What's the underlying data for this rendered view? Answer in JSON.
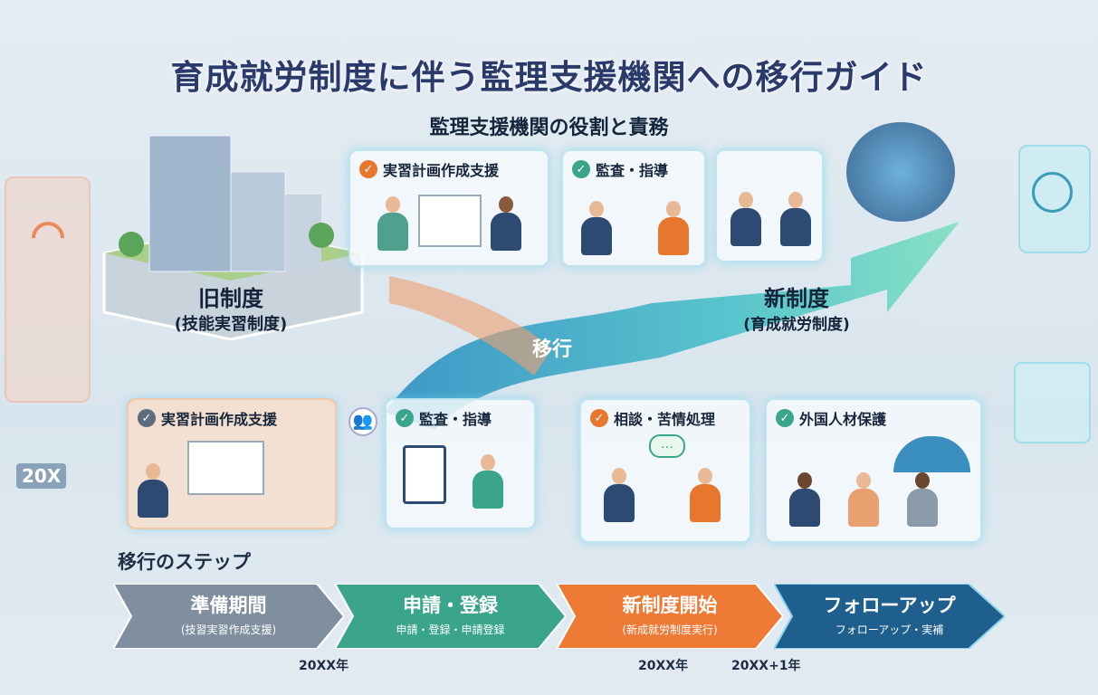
{
  "title": "育成就労制度に伴う監理支援機関への移行ガイド",
  "subtitle": "監理支援機関の役割と責務",
  "old_system": {
    "title": "旧制度",
    "subtitle": "(技能実習制度)"
  },
  "new_system": {
    "title": "新制度",
    "subtitle": "(育成就労制度)"
  },
  "transition_label": "移行",
  "top_cards": [
    {
      "label": "実習計画作成支援",
      "check_color": "#e8772e"
    },
    {
      "label": "監査・指導",
      "check_color": "#3aa58a"
    }
  ],
  "lower_cards": [
    {
      "label": "実習計画作成支援",
      "check_color": "#5b6d7e"
    },
    {
      "label": "監査・指導",
      "check_color": "#3aa58a"
    },
    {
      "label": "相談・苦情処理",
      "check_color": "#e8772e"
    },
    {
      "label": "外国人材保護",
      "check_color": "#3aa58a"
    }
  ],
  "side_panel_text": "20X",
  "steps_heading": "移行のステップ",
  "steps": [
    {
      "title": "準備期間",
      "subtitle": "(技習実習作成支援)",
      "color": "#7f8fa0"
    },
    {
      "title": "申請・登録",
      "subtitle": "申請・登録・申請登録",
      "color": "#3aa58a"
    },
    {
      "title": "新制度開始",
      "subtitle": "(新成就労制度実行)",
      "color": "#ef7a36"
    },
    {
      "title": "フォローアップ",
      "subtitle": "フォローアップ・実補",
      "color": "#1f5f8e"
    }
  ],
  "years": [
    "20XX年",
    "20XX年",
    "20XX+1年"
  ]
}
